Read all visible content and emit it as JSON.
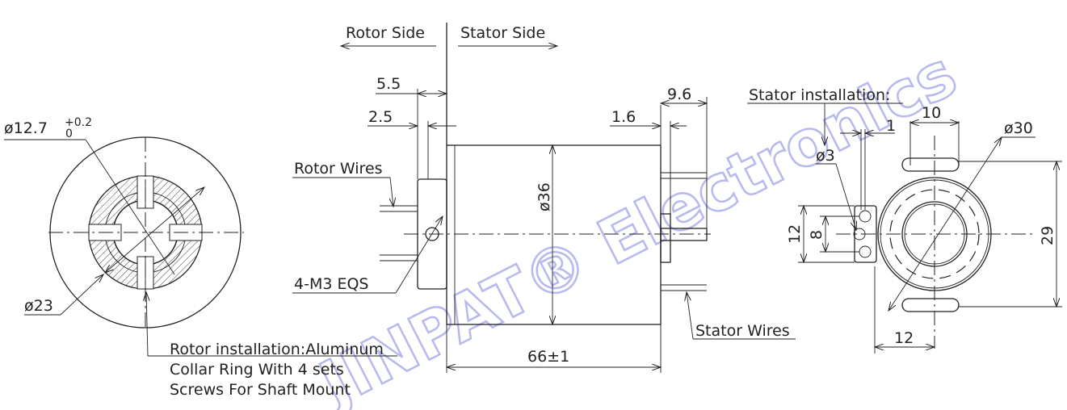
{
  "watermark": "JINPAT® Electronics",
  "left_view": {
    "bore_dim": "ø12.7",
    "bore_tol_upper": "+0.2",
    "bore_tol_lower": "0",
    "collar_dim": "ø23",
    "note_lines": [
      "Rotor installation:Aluminum",
      "Collar Ring With 4 sets",
      "Screws For Shaft Mount"
    ]
  },
  "side_view": {
    "rotor_side": "Rotor Side",
    "stator_side": "Stator Side",
    "dim_5_5": "5.5",
    "dim_2_5": "2.5",
    "dim_1_6": "1.6",
    "dim_9_6": "9.6",
    "rotor_wires": "Rotor Wires",
    "stator_wires": "Stator Wires",
    "screws": "4-M3 EQS",
    "diameter": "ø36",
    "length": "66±1"
  },
  "right_view": {
    "title": "Stator installation:",
    "dim_10": "10",
    "dim_1": "1",
    "dim_d3": "ø3",
    "dim_d30": "ø30",
    "dim_12_v": "12",
    "dim_8": "8",
    "dim_29": "29",
    "dim_12_h": "12"
  }
}
